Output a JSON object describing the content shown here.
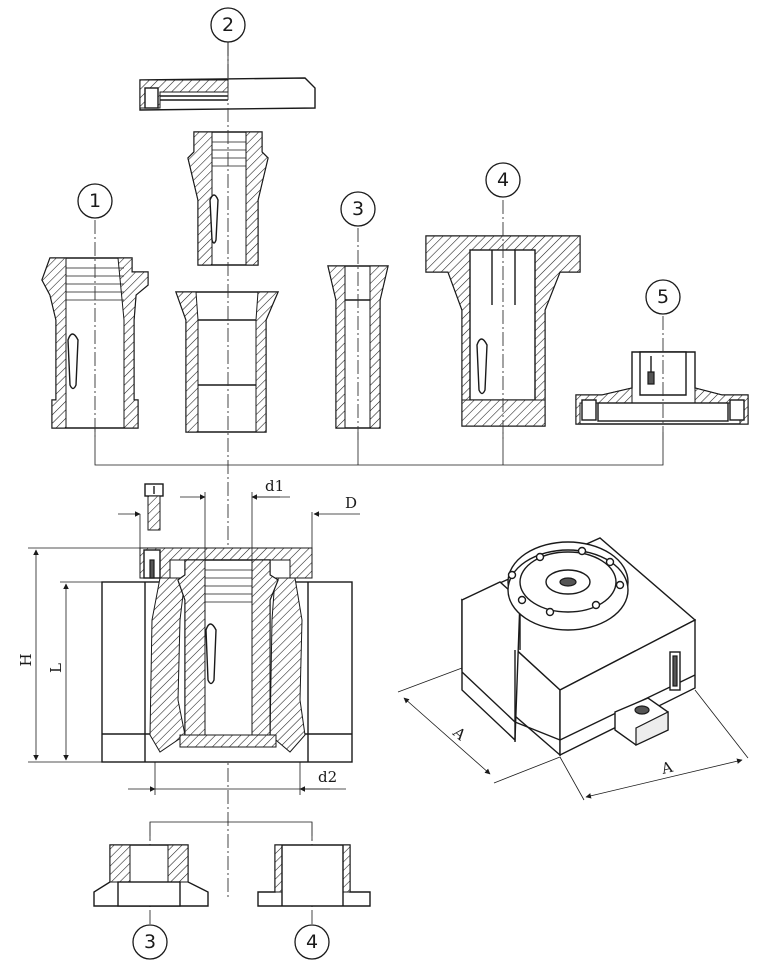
{
  "callouts": {
    "c1": "1",
    "c2": "2",
    "c3": "3",
    "c4": "4",
    "c5": "5",
    "b3": "3",
    "b4": "4"
  },
  "dimensions": {
    "d1": "d1",
    "D": "D",
    "H": "H",
    "L": "L",
    "d2": "d2",
    "A_left": "A",
    "A_right": "A"
  }
}
